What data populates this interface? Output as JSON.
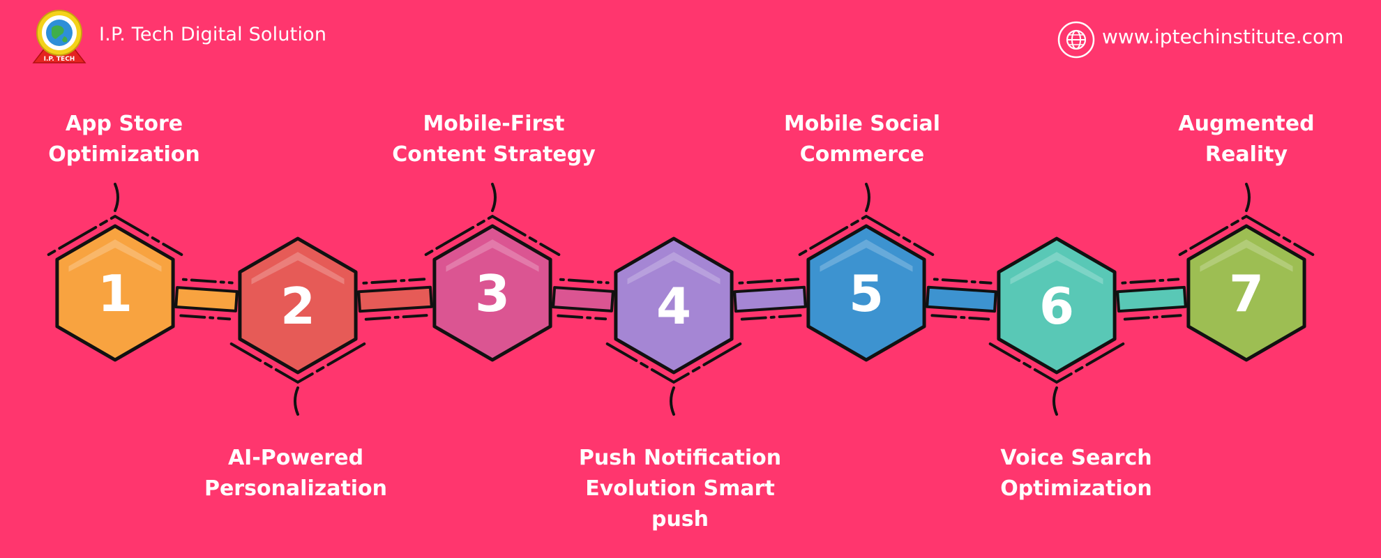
{
  "header": {
    "brand_name": "I.P. Tech Digital Solution",
    "website": "www.iptechinstitute.com",
    "logo_text": "I.P. TECH",
    "globe_icon": "globe-icon"
  },
  "colors": {
    "background": "#FF366E",
    "outline": "#111111"
  },
  "steps": [
    {
      "number": "1",
      "label": "App Store\nOptimization",
      "position": "top",
      "color": "#F8A340"
    },
    {
      "number": "2",
      "label": "AI-Powered\nPersonalization",
      "position": "bottom",
      "color": "#E65B57"
    },
    {
      "number": "3",
      "label": "Mobile-First\nContent Strategy",
      "position": "top",
      "color": "#DB5592"
    },
    {
      "number": "4",
      "label": "Push Notification\nEvolution Smart\npush",
      "position": "bottom",
      "color": "#A586D4"
    },
    {
      "number": "5",
      "label": "Mobile Social\nCommerce",
      "position": "top",
      "color": "#3D93D0"
    },
    {
      "number": "6",
      "label": "Voice Search\nOptimization",
      "position": "bottom",
      "color": "#59C8B6"
    },
    {
      "number": "7",
      "label": "Augmented\nReality",
      "position": "top",
      "color": "#9DBE53"
    }
  ]
}
